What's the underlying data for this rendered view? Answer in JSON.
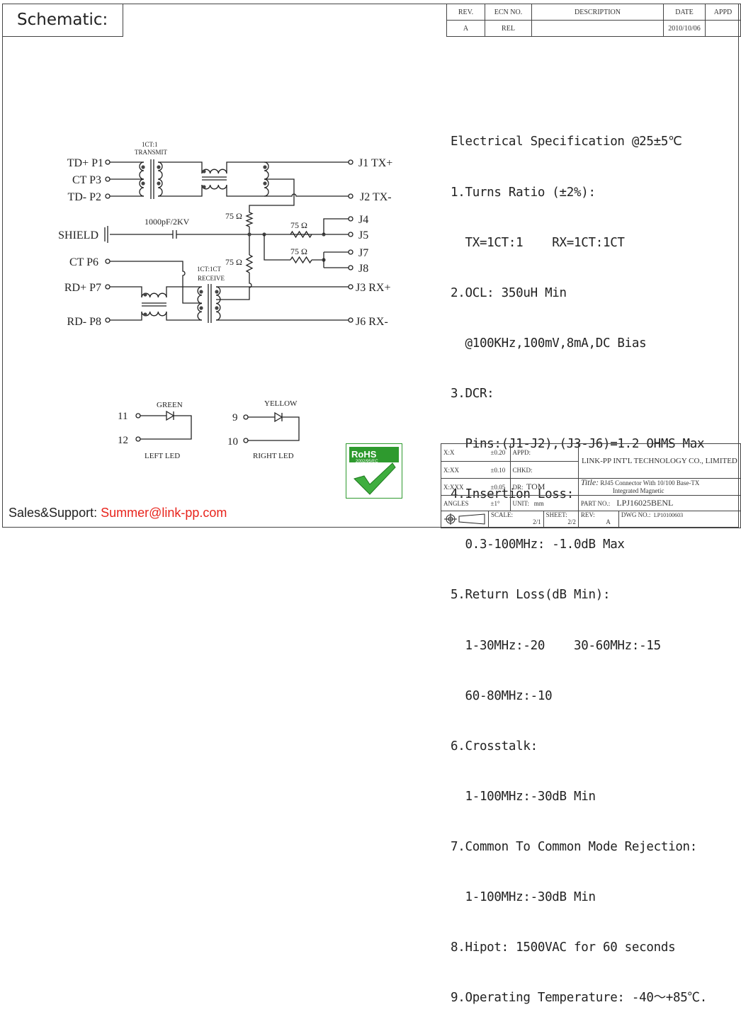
{
  "header": {
    "title": "Schematic:"
  },
  "revision_table": {
    "headers": [
      "REV.",
      "ECN NO.",
      "DESCRIPTION",
      "DATE",
      "APPD"
    ],
    "rows": [
      [
        "A",
        "REL",
        "",
        "2010/10/06",
        ""
      ]
    ]
  },
  "schematic": {
    "transmit_label_1": "1CT:1",
    "transmit_label_2": "TRANSMIT",
    "receive_label_1": "1CT:1CT",
    "receive_label_2": "RECEIVE",
    "capacitor": "1000pF/2KV",
    "resistor": "75 Ω",
    "left_pins": [
      "TD+ P1",
      "CT P3",
      "TD- P2",
      "SHIELD",
      "CT P6",
      "RD+ P7",
      "RD- P8"
    ],
    "right_pins": [
      "J1 TX+",
      "J2 TX-",
      "J4",
      "J5",
      "J7",
      "J8",
      "J3 RX+",
      "J6 RX-"
    ],
    "leds": {
      "left": {
        "color": "GREEN",
        "pins": [
          "11",
          "12"
        ],
        "label": "LEFT LED"
      },
      "right": {
        "color": "YELLOW",
        "pins": [
          "9",
          "10"
        ],
        "label": "RIGHT LED"
      }
    }
  },
  "spec": {
    "lines": [
      "Electrical Specification @25±5℃",
      "1.Turns Ratio (±2%):",
      "  TX=1CT:1    RX=1CT:1CT",
      "2.OCL: 350uH Min",
      "  @100KHz,100mV,8mA,DC Bias",
      "3.DCR:",
      "  Pins:(J1-J2),(J3-J6)=1.2 OHMS Max",
      "4.Insertion Loss:",
      "  0.3-100MHz: -1.0dB Max",
      "5.Return Loss(dB Min):",
      "  1-30MHz:-20    30-60MHz:-15",
      "  60-80MHz:-10",
      "6.Crosstalk:",
      "  1-100MHz:-30dB Min",
      "7.Common To Common Mode Rejection:",
      "  1-100MHz:-30dB Min",
      "8.Hipot: 1500VAC for 60 seconds",
      "9.Operating Temperature: -40～+85℃."
    ]
  },
  "rohs": {
    "text": "RoHS",
    "sub": "2002/95/EC",
    "color": "#2e9a2e"
  },
  "title_block": {
    "tol": [
      [
        "X:X",
        "±0.20"
      ],
      [
        "X:XX",
        "±0.10"
      ],
      [
        "X:XXX",
        "±0.05"
      ],
      [
        "ANGLES",
        "±1°"
      ]
    ],
    "appd": "APPD:",
    "chkd": "CHKD:",
    "dr": "DR:",
    "dr_value": "TOM",
    "unit": "UNIT:",
    "unit_value": "mm",
    "company": "LINK-PP INT'L TECHNOLOGY CO., LIMITED",
    "title_label": "Title:",
    "title_line1": "RJ45 Connector With 10/100 Base-TX",
    "title_line2": "Integrated Magnetic",
    "part_label": "PART NO.:",
    "part_no": "LPJ16025BENL",
    "scale_label": "SCALE:",
    "scale": "2/1",
    "sheet_label": "SHEET:",
    "sheet": "2/2",
    "rev_label": "REV:",
    "rev": "A",
    "dwg_label": "DWG NO.:",
    "dwg": "LP10100603"
  },
  "footer": {
    "label": "Sales&Support: ",
    "email": "Summer@link-pp.com"
  }
}
